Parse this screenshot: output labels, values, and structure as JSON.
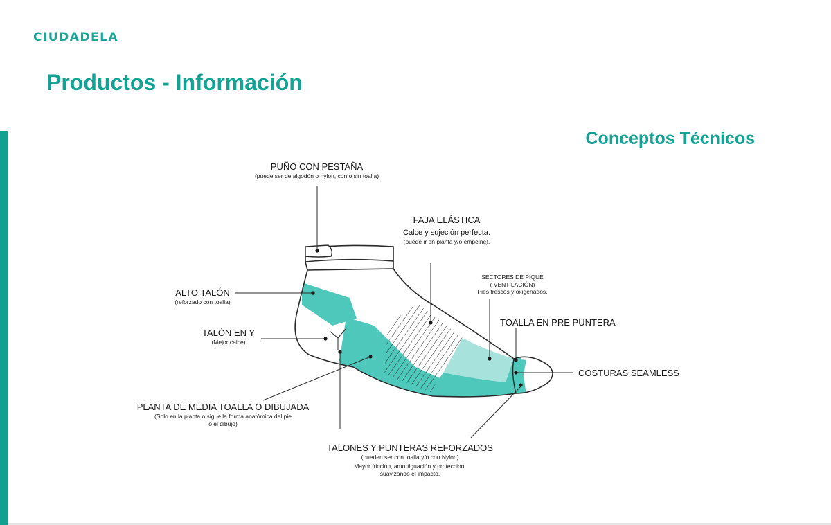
{
  "header": {
    "logo": "CIUDADELA",
    "title": "Productos - Información",
    "section": "Conceptos Técnicos"
  },
  "labels": {
    "puno": {
      "main": "PUÑO CON PESTAÑA",
      "sub": "(puede ser de algodón o nylon, con o sin toalla)"
    },
    "faja": {
      "main": "FAJA ELÁSTICA",
      "mid": "Calce y sujeción perfecta.",
      "sub": "(puede ir en planta y/o empeine)."
    },
    "alto_talon": {
      "main": "ALTO TALÓN",
      "sub": "(reforzado con toalla)"
    },
    "talon_y": {
      "main": "TALÓN EN Y",
      "sub": "(Mejor calce)"
    },
    "sectores": {
      "line1": "SECTORES DE PIQUE",
      "line2": "( VENTILACIÓN)",
      "line3": "Pies frescos y oxigenados."
    },
    "toalla_pre": {
      "main": "TOALLA EN PRE PUNTERA"
    },
    "costuras": {
      "main": "COSTURAS SEAMLESS"
    },
    "planta": {
      "main": "PLANTA DE MEDIA TOALLA  O DIBUJADA",
      "sub1": "(Solo en la planta o sigue la forma anatómica del pie",
      "sub2": "o el dibujo)"
    },
    "talones": {
      "main": "TALONES Y PUNTERAS  REFORZADOS",
      "sub1": "(pueden ser con toalla y/o con Nylon)",
      "sub2": "Mayor fricción, amortiguación y proteccion,",
      "sub3": "suavizando el impacto."
    }
  },
  "colors": {
    "brand": "#13a293",
    "fill": "#4fc8bc",
    "fill_light": "#a7e3dc",
    "stroke": "#2a2a2a"
  }
}
